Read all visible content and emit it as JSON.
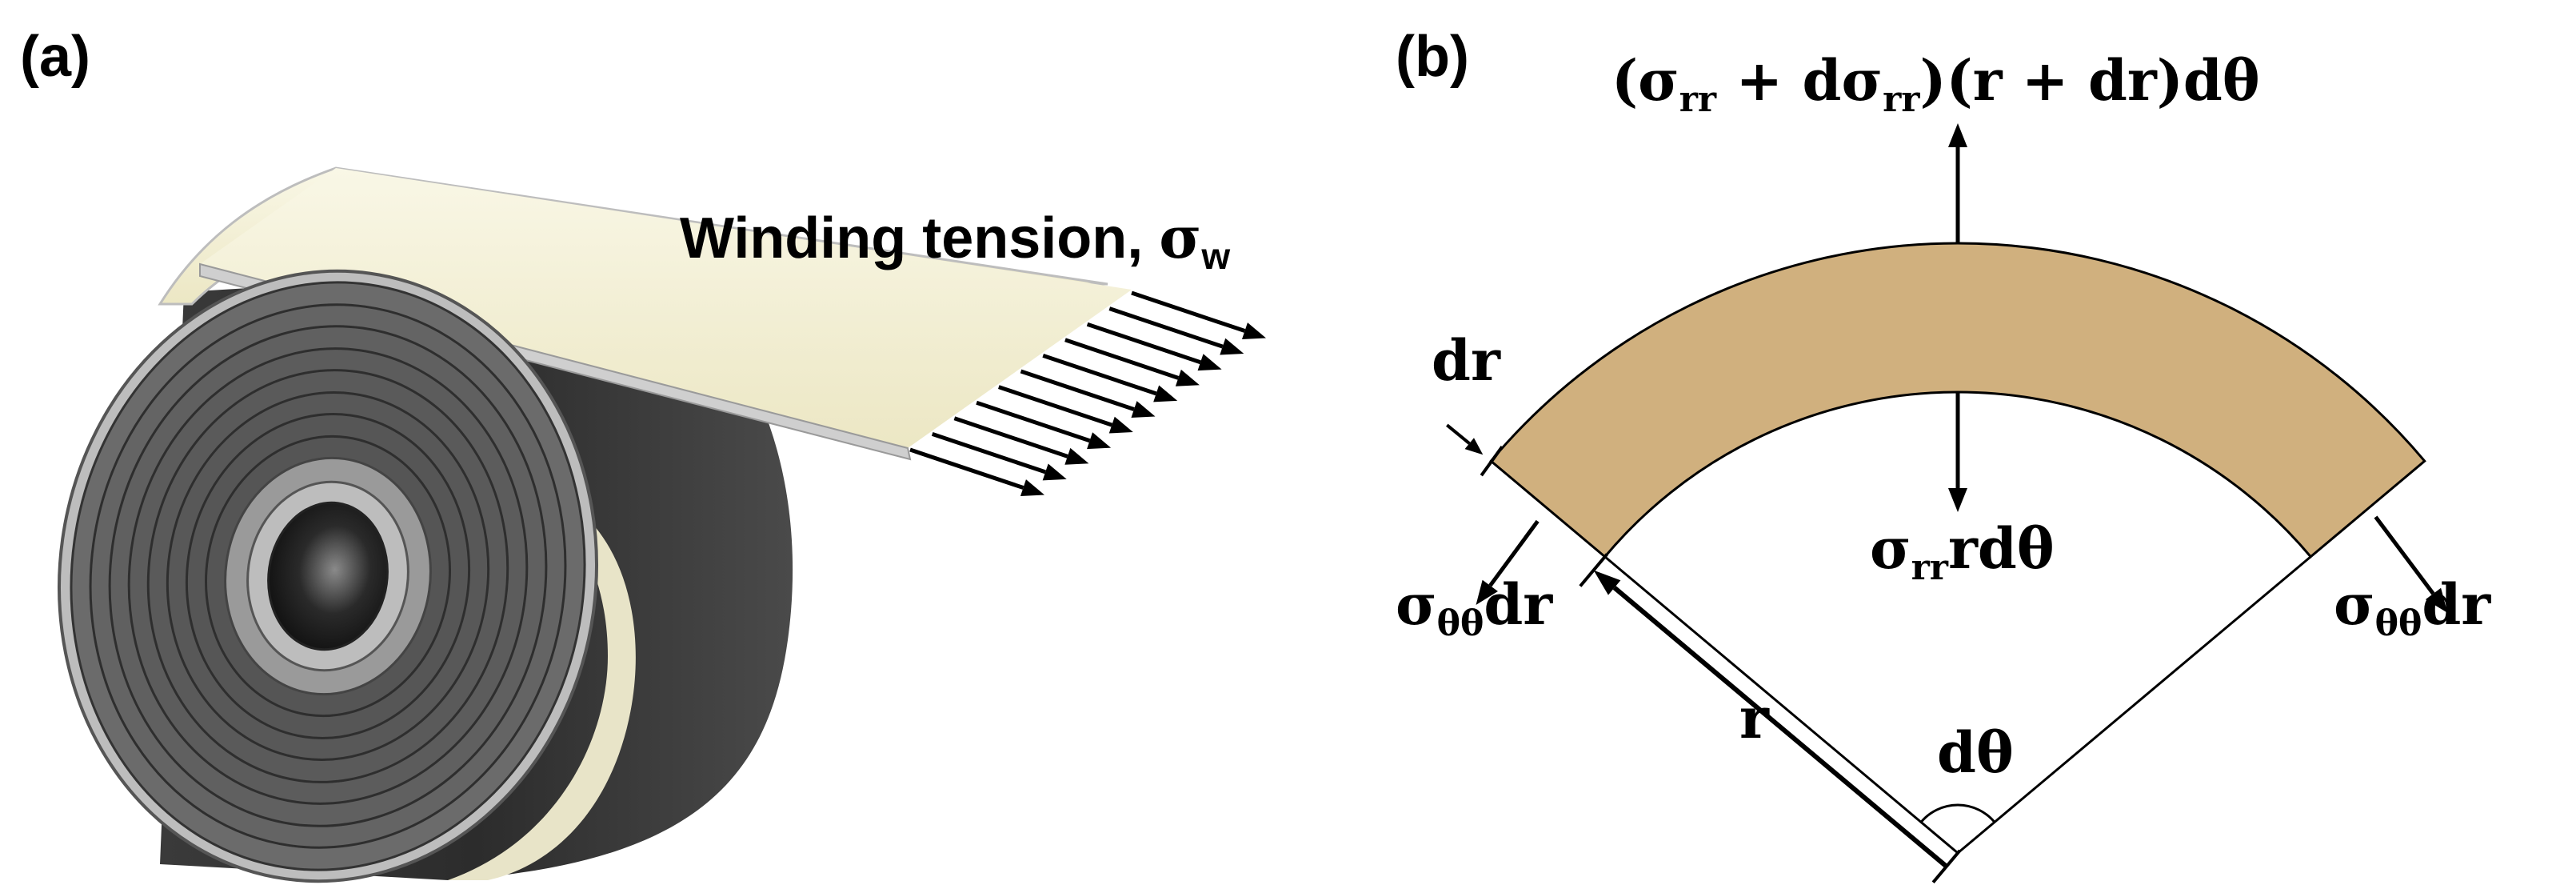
{
  "panel_a": {
    "label": "(a)",
    "tension_text": "Winding tension, ",
    "tension_symbol": "σ",
    "tension_sub": "w"
  },
  "panel_b": {
    "label": "(b)",
    "top_force": {
      "p1": "(σ",
      "s1": "rr",
      "p2": " + dσ",
      "s2": "rr",
      "p3": ")(r + dr)dθ"
    },
    "inner_force": {
      "p1": "σ",
      "s1": "rr",
      "p2": "rdθ"
    },
    "left_force": {
      "p1": "σ",
      "s1": "θθ",
      "p2": "dr"
    },
    "right_force": {
      "p1": "σ",
      "s1": "θθ",
      "p2": "dr"
    },
    "dr_label": "dr",
    "r_label": "r",
    "dtheta_label": "dθ"
  },
  "colors": {
    "tape": "#f6f3dc",
    "roll": "#5f5f5f",
    "element": "#d0b07e"
  }
}
